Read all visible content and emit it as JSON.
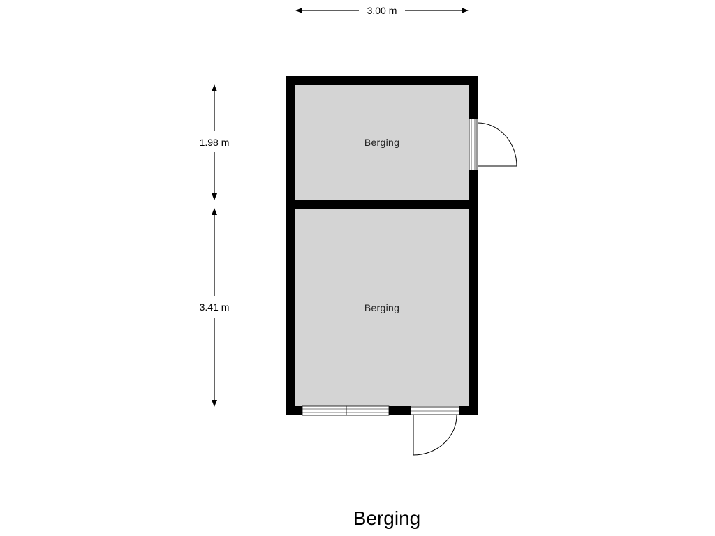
{
  "plan": {
    "title": "Berging",
    "wall_color": "#000000",
    "floor_color": "#d4d4d4",
    "rooms": [
      {
        "label": "Berging"
      },
      {
        "label": "Berging"
      }
    ],
    "dimensions": {
      "width": "3.00 m",
      "upper_room_depth": "1.98 m",
      "lower_room_depth": "3.41 m"
    }
  }
}
